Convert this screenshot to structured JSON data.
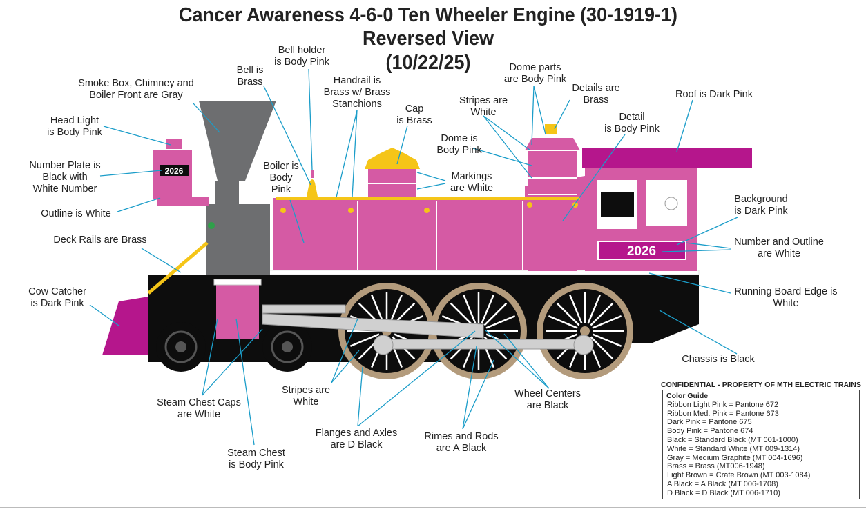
{
  "title": {
    "line1": "Cancer Awareness 4-6-0 Ten Wheeler Engine (30-1919-1)",
    "line2": "Reversed View",
    "line3": "(10/22/25)"
  },
  "colors": {
    "body_pink": "#d55aa4",
    "dark_pink": "#b5168c",
    "gray": "#6d6e70",
    "brass": "#f5c518",
    "black": "#0d0d0d",
    "light_brown": "#b39b7c",
    "leader": "#1b9dc9"
  },
  "engine_number": "2026",
  "headlight_number": "2026",
  "labels": {
    "smoke_box": "Smoke Box, Chimney and\nBoiler Front are Gray",
    "head_light": "Head Light\nis Body Pink",
    "number_plate": "Number Plate is\nBlack with\nWhite Number",
    "outline": "Outline is White",
    "deck_rails": "Deck Rails are Brass",
    "cow_catcher": "Cow Catcher\nis Dark Pink",
    "bell": "Bell is\nBrass",
    "bell_holder": "Bell holder\nis Body Pink",
    "handrail": "Handrail is\nBrass w/ Brass\nStanchions",
    "cap": "Cap\nis Brass",
    "boiler": "Boiler is\nBody\nPink",
    "stripes_top": "Stripes are\nWhite",
    "dome_parts": "Dome parts\nare Body Pink",
    "details": "Details are\nBrass",
    "dome": "Dome is\nBody Pink",
    "markings": "Markings\nare White",
    "detail": "Detail\nis Body Pink",
    "roof": "Roof is Dark Pink",
    "background": "Background\nis Dark Pink",
    "number_outline": "Number and Outline\nare White",
    "running_board": "Running Board Edge is\nWhite",
    "chassis": "Chassis is Black",
    "wheel_centers": "Wheel Centers\nare Black",
    "rimes_rods": "Rimes and Rods\nare A Black",
    "flanges_axles": "Flanges and Axles\nare D Black",
    "stripes_bottom": "Stripes are\nWhite",
    "steam_chest_caps": "Steam Chest Caps\nare White",
    "steam_chest": "Steam Chest\nis Body Pink"
  },
  "color_guide": {
    "header": "CONFIDENTIAL - PROPERTY OF MTH ELECTRIC TRAINS",
    "title": "Color Guide",
    "entries": [
      "Ribbon Light Pink = Pantone 672",
      "Ribbon Med. Pink = Pantone 673",
      "Dark Pink = Pantone 675",
      "Body Pink = Pantone 674",
      "Black = Standard Black (MT 001-1000)",
      "White = Standard White (MT 009-1314)",
      "Gray = Medium Graphite (MT 004-1696)",
      "Brass = Brass (MT006-1948)",
      "Light Brown = Crate Brown (MT 003-1084)",
      "A Black = A Black (MT 006-1708)",
      "D Black = D Black (MT 006-1710)"
    ]
  }
}
